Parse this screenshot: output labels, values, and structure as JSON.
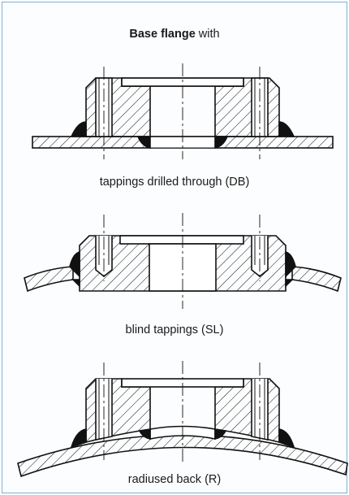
{
  "title": {
    "bold": "Base flange",
    "rest": " with"
  },
  "captions": {
    "drilled": "tappings drilled through (DB)",
    "blind": "blind tappings (SL)",
    "radiused": "radiused back (R)"
  },
  "colors": {
    "line": "#111111",
    "frame": "#7fb0d6"
  }
}
